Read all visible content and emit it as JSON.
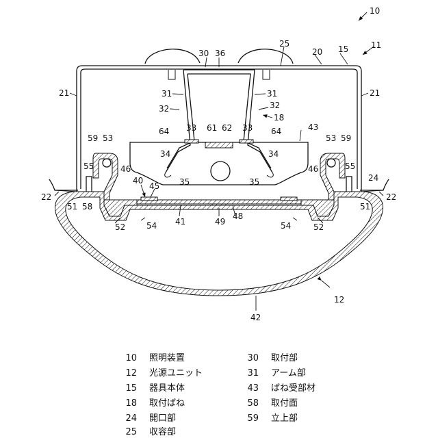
{
  "reference_labels": {
    "n10": "10",
    "n11": "11",
    "n15": "15",
    "n20": "20",
    "n25": "25",
    "n30": "30",
    "n36": "36",
    "n21": "21",
    "n31": "31",
    "n32": "32",
    "n18": "18",
    "n33": "33",
    "n61": "61",
    "n62": "62",
    "n64": "64",
    "n43": "43",
    "n34": "34",
    "n59": "59",
    "n53": "53",
    "n55": "55",
    "n46": "46",
    "n35": "35",
    "n24": "24",
    "n22": "22",
    "n40": "40",
    "n45": "45",
    "n51": "51",
    "n58": "58",
    "n41": "41",
    "n49": "49",
    "n48": "48",
    "n52": "52",
    "n54": "54",
    "n12": "12",
    "n42": "42"
  },
  "legend": {
    "left": [
      {
        "num": "10",
        "name": "照明装置"
      },
      {
        "num": "12",
        "name": "光源ユニット"
      },
      {
        "num": "15",
        "name": "器具本体"
      },
      {
        "num": "18",
        "name": "取付ばね"
      },
      {
        "num": "24",
        "name": "開口部"
      },
      {
        "num": "25",
        "name": "収容部"
      }
    ],
    "right": [
      {
        "num": "30",
        "name": "取付部"
      },
      {
        "num": "31",
        "name": "アーム部"
      },
      {
        "num": "43",
        "name": "ばね受部材"
      },
      {
        "num": "58",
        "name": "取付面"
      },
      {
        "num": "59",
        "name": "立上部"
      }
    ]
  }
}
